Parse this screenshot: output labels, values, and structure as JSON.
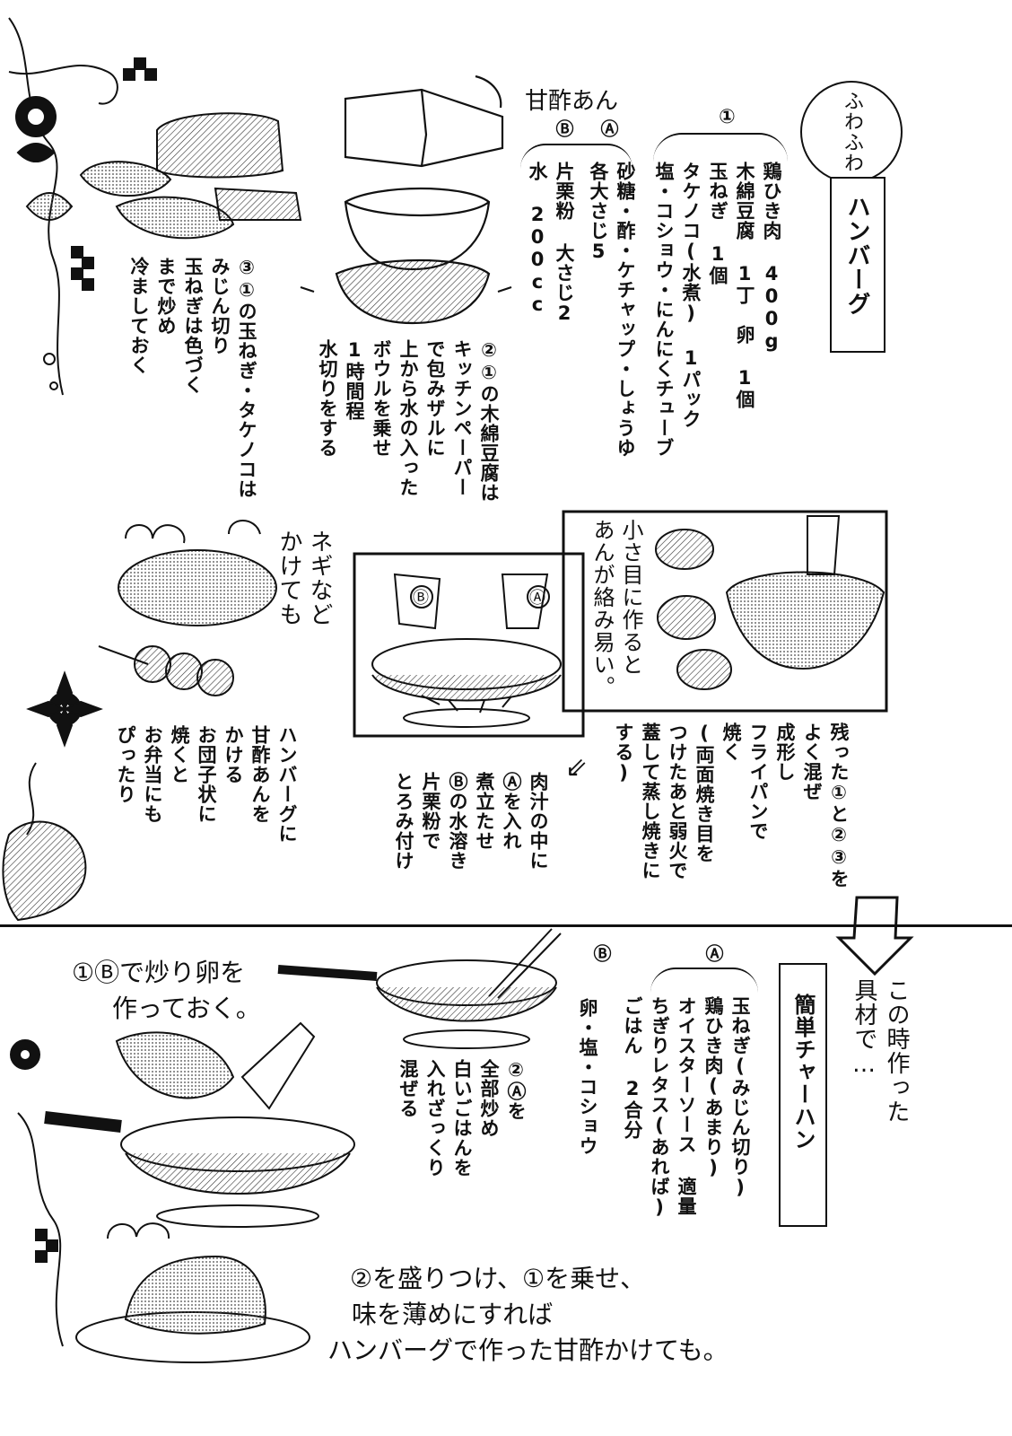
{
  "hamburg": {
    "badge": "ふわふわ",
    "title": "ハンバーグ",
    "marker1": "①",
    "ingredients1": "鶏ひき肉 400g\n木綿豆腐 1丁　卵 1個\n玉ねぎ 1個\nタケノコ(水煮) 1パック\n塩・コショウ・にんにくチューブ",
    "amazu_title": "甘酢あん",
    "markerA": "Ⓐ",
    "markerB": "Ⓑ",
    "amazuA": "砂糖・酢・ケチャップ・しょうゆ\n各大さじ5",
    "amazuB": "片栗粉 大さじ2\n水 200cc",
    "step2": "②①の木綿豆腐は\nキッチンペーパー\nで包みザルに\n上から水の入った\nボウルを乗せ\n1時間程\n水切りをする",
    "step3": "③①の玉ねぎ・タケノコは\nみじん切り\n玉ねぎは色づく\nまで炒め\n冷ましておく",
    "note_small": "小さ目に作ると\nあんが絡み易い。",
    "step_form": "残った①と②③を\nよく混ぜ\n成形し\nフライパンで\n焼く\n(両面焼き目を\nつけたあと弱火で\n蓋して蒸し焼きに\nする)",
    "step_sauce": "肉汁の中に\nⒶを入れ\n煮立たせ\nⒷの水溶き\n片栗粉で\nとろみ付け",
    "note_negi": "ネギなど\nかけても",
    "step_serve": "ハンバーグに\n甘酢あんを\nかける\nお団子状に\n焼くと\nお弁当にも\nぴったり",
    "pan_label_b": "Ⓑ",
    "pan_label_a": "Ⓐ"
  },
  "friedrice": {
    "intro": "この時作った\n具材で…",
    "title": "簡単チャーハン",
    "markerA": "Ⓐ",
    "ingredientsA": "玉ねぎ(みじん切り)\n鶏ひき肉(あまり)\nオイスターソース 適量\nちぎりレタス(あれば)\nごはん 2合分",
    "markerB": "Ⓑ",
    "ingredientsB": "卵・塩・コショウ",
    "step2": "②Ⓐを\n全部炒め\n白いごはんを\n入れざっくり\n混ぜる",
    "step1_line1": "①Ⓑで炒り卵を",
    "step1_line2": "作っておく。",
    "final_line1": "②を盛りつけ、①を乗せ、",
    "final_line2": "味を薄めにすれば",
    "final_line3": "ハンバーグで作った甘酢かけても。"
  }
}
